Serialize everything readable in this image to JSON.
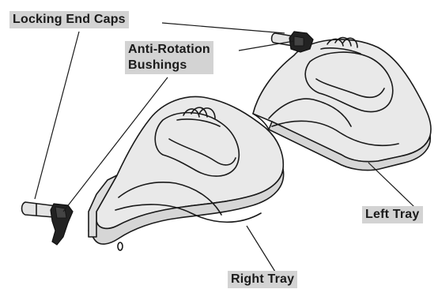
{
  "labels": {
    "locking_end_caps": "Locking End Caps",
    "anti_rotation_bushings_line1": "Anti-Rotation",
    "anti_rotation_bushings_line2": "Bushings",
    "left_tray": "Left Tray",
    "right_tray": "Right Tray"
  },
  "colors": {
    "tray_fill": "#e9e9e9",
    "tray_shade": "#d6d6d6",
    "outline": "#1a1a1a",
    "end_cap": "#222222",
    "label_bg": "#d3d3d3"
  }
}
